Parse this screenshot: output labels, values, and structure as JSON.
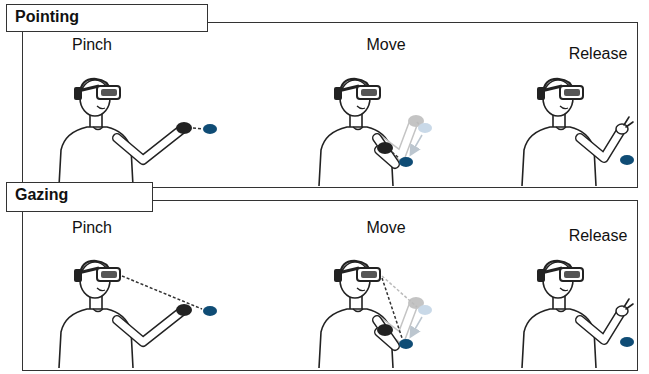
{
  "diagram": {
    "nodes": [
      {
        "text": [
          "Pointing"
        ]
      },
      {
        "text": [
          "Gazing"
        ]
      }
    ],
    "labels": [
      "Pinch",
      "Move",
      "Release",
      "Pinch",
      "Move",
      "Release"
    ]
  }
}
